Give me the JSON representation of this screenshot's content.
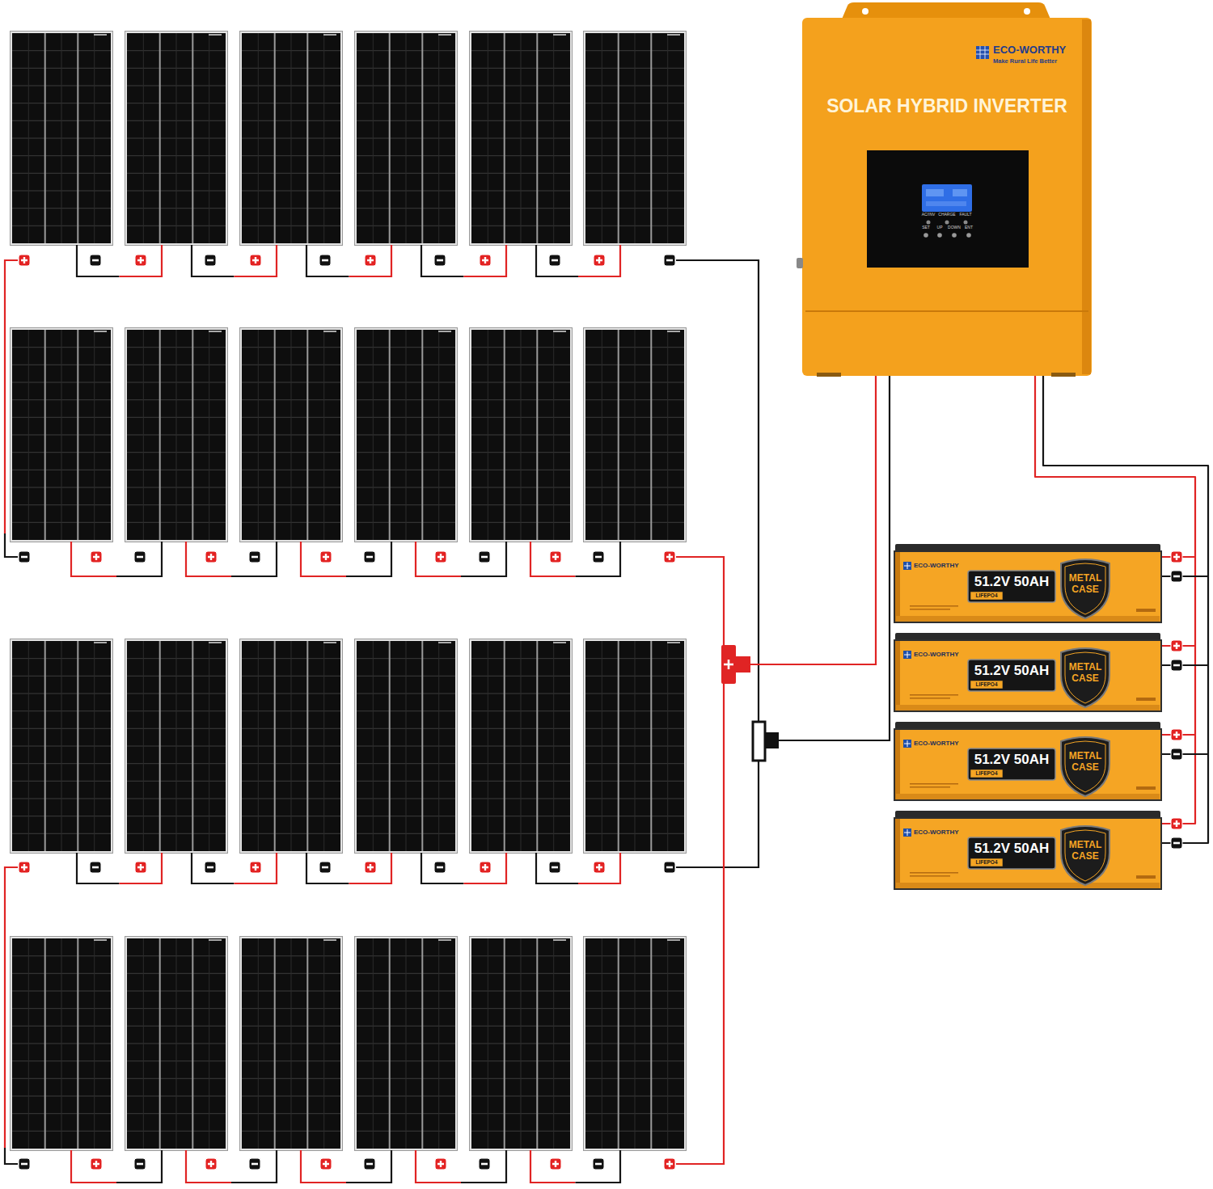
{
  "diagram": {
    "nodes": [
      {
        "text": [
          "ECO-WORTHY",
          "Make Rural Life Better",
          "SOLAR HYBRID INVERTER"
        ]
      },
      {
        "text": [
          "AC/INV",
          "CHARGE",
          "FAULT",
          "SET",
          "UP",
          "DOWN",
          "ENT"
        ],
        "in": 0
      },
      {
        "text": [
          "ECO-WORTHY",
          "51.2V 50AH",
          "LIFEPO4",
          "METAL CASE"
        ]
      },
      {
        "text": [
          "ECO-WORTHY",
          "51.2V 50AH",
          "LIFEPO4",
          "METAL CASE"
        ]
      },
      {
        "text": [
          "ECO-WORTHY",
          "51.2V 50AH",
          "LIFEPO4",
          "METAL CASE"
        ]
      },
      {
        "text": [
          "ECO-WORTHY",
          "51.2V 50AH",
          "LIFEPO4",
          "METAL CASE"
        ]
      }
    ],
    "edges": [
      {
        "from": 0,
        "to": 2,
        "arrow": "none"
      },
      {
        "from": 0,
        "to": 2,
        "arrow": "none"
      },
      {
        "from": 2,
        "to": 3,
        "arrow": "none"
      },
      {
        "from": 2,
        "to": 3,
        "arrow": "none"
      },
      {
        "from": 3,
        "to": 4,
        "arrow": "none"
      },
      {
        "from": 3,
        "to": 4,
        "arrow": "none"
      },
      {
        "from": 4,
        "to": 5,
        "arrow": "none"
      },
      {
        "from": 4,
        "to": 5,
        "arrow": "none"
      }
    ]
  }
}
